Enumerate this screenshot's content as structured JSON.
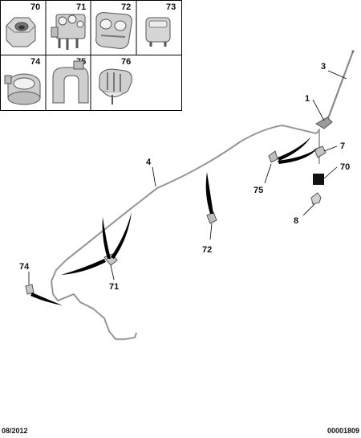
{
  "parts_grid": [
    {
      "id": "70",
      "label": "70",
      "icon": "nut-icon"
    },
    {
      "id": "71",
      "label": "71",
      "icon": "multi-clip-icon"
    },
    {
      "id": "72",
      "label": "72",
      "icon": "double-clip-icon"
    },
    {
      "id": "73",
      "label": "73",
      "icon": "push-clip-icon"
    },
    {
      "id": "74",
      "label": "74",
      "icon": "tube-clip-icon"
    },
    {
      "id": "75",
      "label": "75",
      "icon": "saddle-clip-icon"
    },
    {
      "id": "76",
      "label": "76",
      "icon": "comb-clip-icon"
    }
  ],
  "callouts": {
    "c1": "1",
    "c3": "3",
    "c4": "4",
    "c7": "7",
    "c70": "70",
    "c75": "75",
    "c8": "8",
    "c72": "72",
    "c74": "74",
    "c71": "71"
  },
  "footer": {
    "date": "08/2012",
    "reference": "00001809"
  }
}
